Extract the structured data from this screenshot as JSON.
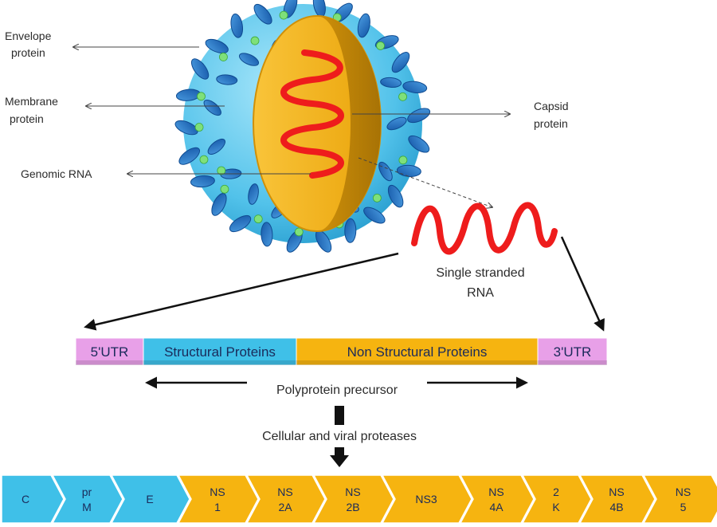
{
  "labels": {
    "envelope": [
      "Envelope",
      "protein"
    ],
    "membrane": [
      "Membrane",
      "protein"
    ],
    "genomic": "Genomic RNA",
    "capsid": [
      "Capsid",
      "protein"
    ],
    "ssrna": [
      "Single stranded",
      "RNA"
    ],
    "polyprotein": "Polyprotein precursor",
    "proteases": "Cellular and viral proteases"
  },
  "genome_bar": [
    {
      "label": "5'UTR",
      "color": "#e8a0e8"
    },
    {
      "label": "Structural Proteins",
      "color": "#3fc0e8"
    },
    {
      "label": "Non Structural Proteins",
      "color": "#f6b410"
    },
    {
      "label": "3'UTR",
      "color": "#e8a0e8"
    }
  ],
  "proteins": [
    {
      "lines": [
        "C"
      ],
      "color": "#3fc0e8"
    },
    {
      "lines": [
        "pr",
        "M"
      ],
      "color": "#3fc0e8"
    },
    {
      "lines": [
        "E"
      ],
      "color": "#3fc0e8"
    },
    {
      "lines": [
        "NS",
        "1"
      ],
      "color": "#f6b410"
    },
    {
      "lines": [
        "NS",
        "2A"
      ],
      "color": "#f6b410"
    },
    {
      "lines": [
        "NS",
        "2B"
      ],
      "color": "#f6b410"
    },
    {
      "lines": [
        "NS3"
      ],
      "color": "#f6b410"
    },
    {
      "lines": [
        "NS",
        "4A"
      ],
      "color": "#f6b410"
    },
    {
      "lines": [
        "2",
        "K"
      ],
      "color": "#f6b410"
    },
    {
      "lines": [
        "NS",
        "4B"
      ],
      "color": "#f6b410"
    },
    {
      "lines": [
        "NS",
        "5"
      ],
      "color": "#f6b410"
    }
  ],
  "colors": {
    "envelope_shell": "#5cc8ec",
    "capsid": "#f6b410",
    "rna": "#ee1c1c",
    "spike": "#1e6fc0",
    "dot": "#7ee07a"
  }
}
